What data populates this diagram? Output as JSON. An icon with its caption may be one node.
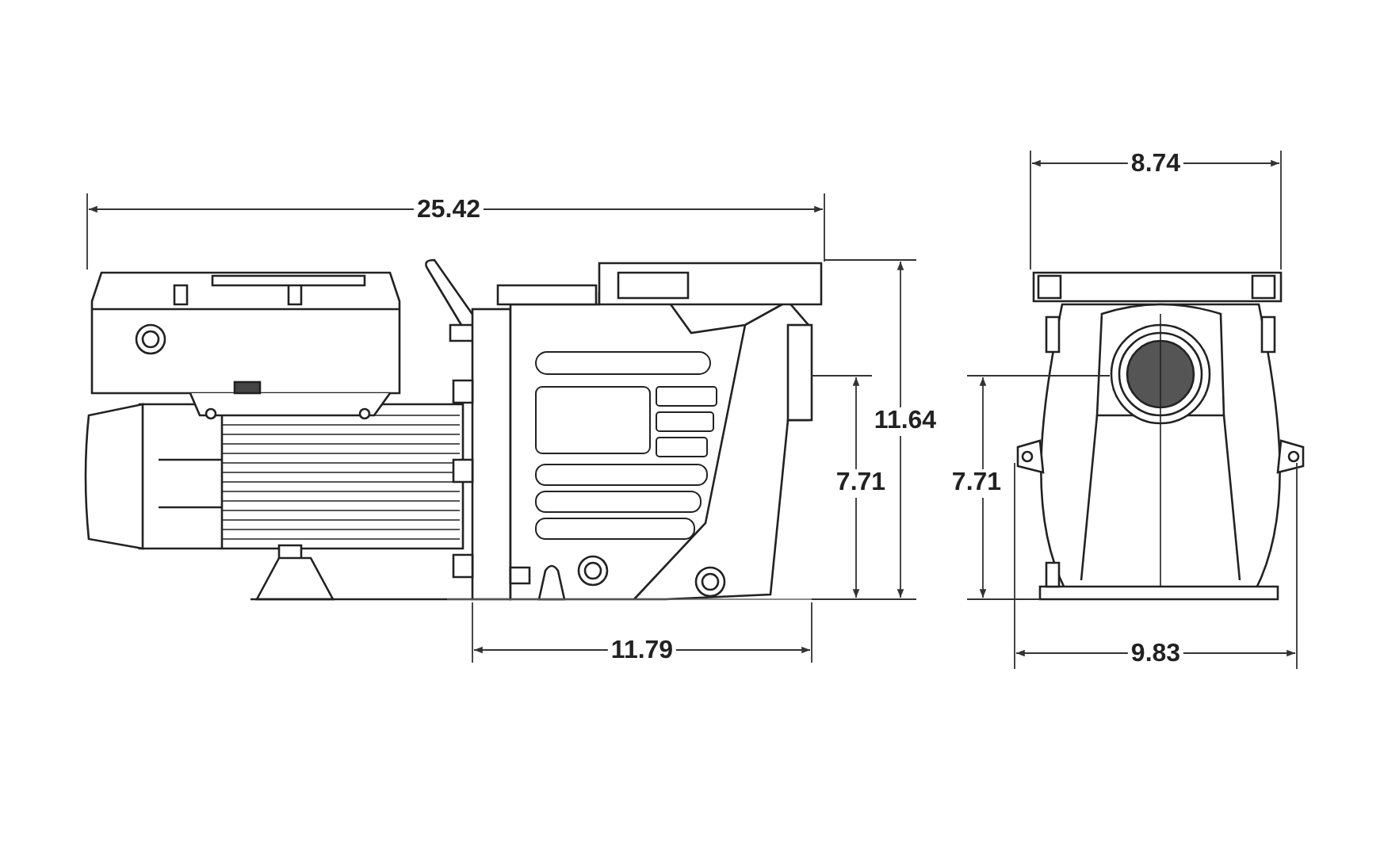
{
  "diagram": {
    "labels": [
      "25.42",
      "11.64",
      "7.71",
      "11.79",
      "8.74",
      "7.71",
      "9.83"
    ]
  }
}
